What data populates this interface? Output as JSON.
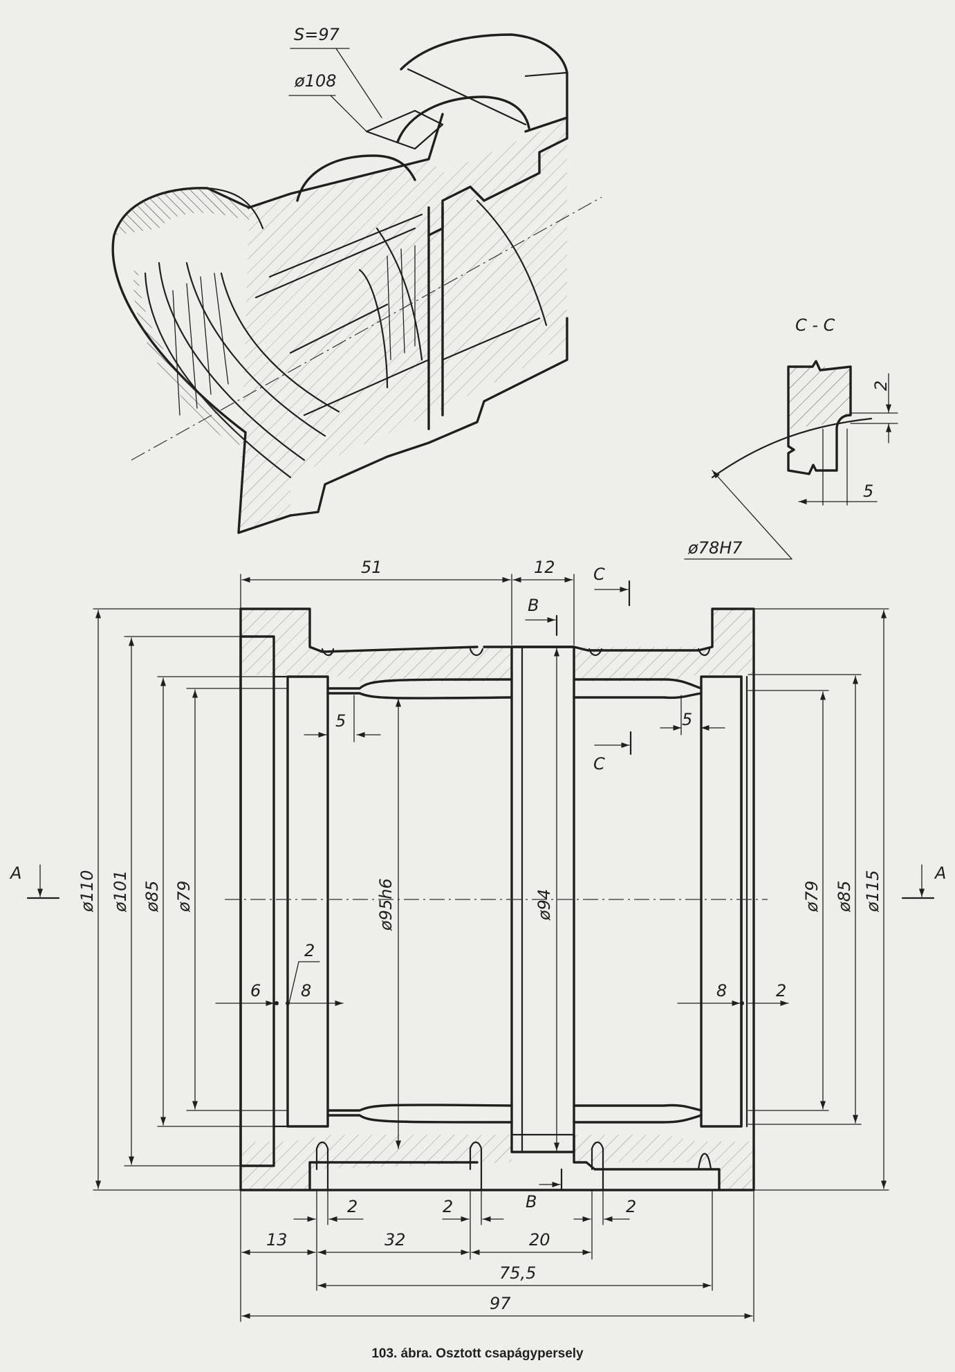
{
  "iso_view": {
    "labels": {
      "s": "S=97",
      "dia": "ø108"
    }
  },
  "section_cc": {
    "title": "C - C",
    "dim_depth": "2",
    "dim_width": "5",
    "dim_bore": "ø78H7"
  },
  "section_marks": {
    "a": "A",
    "b": "B",
    "c": "C"
  },
  "dims": {
    "top_51": "51",
    "top_12": "12",
    "groove_left_5": "5",
    "groove_right_5": "5",
    "d110": "ø110",
    "d101": "ø101",
    "d85_left": "ø85",
    "d79_left": "ø79",
    "d95": "ø95h6",
    "d94": "ø94",
    "d79_right": "ø79",
    "d85_right": "ø85",
    "d115": "ø115",
    "left_6": "6",
    "left_2": "2",
    "left_8": "8",
    "right_8": "8",
    "right_2": "2",
    "bottom_2a": "2",
    "bottom_2b": "2",
    "bottom_2c": "2",
    "bottom_13": "13",
    "bottom_32": "32",
    "bottom_20": "20",
    "bottom_75_5": "75,5",
    "bottom_97": "97"
  },
  "caption": "103. ábra. Osztott csapágypersely"
}
